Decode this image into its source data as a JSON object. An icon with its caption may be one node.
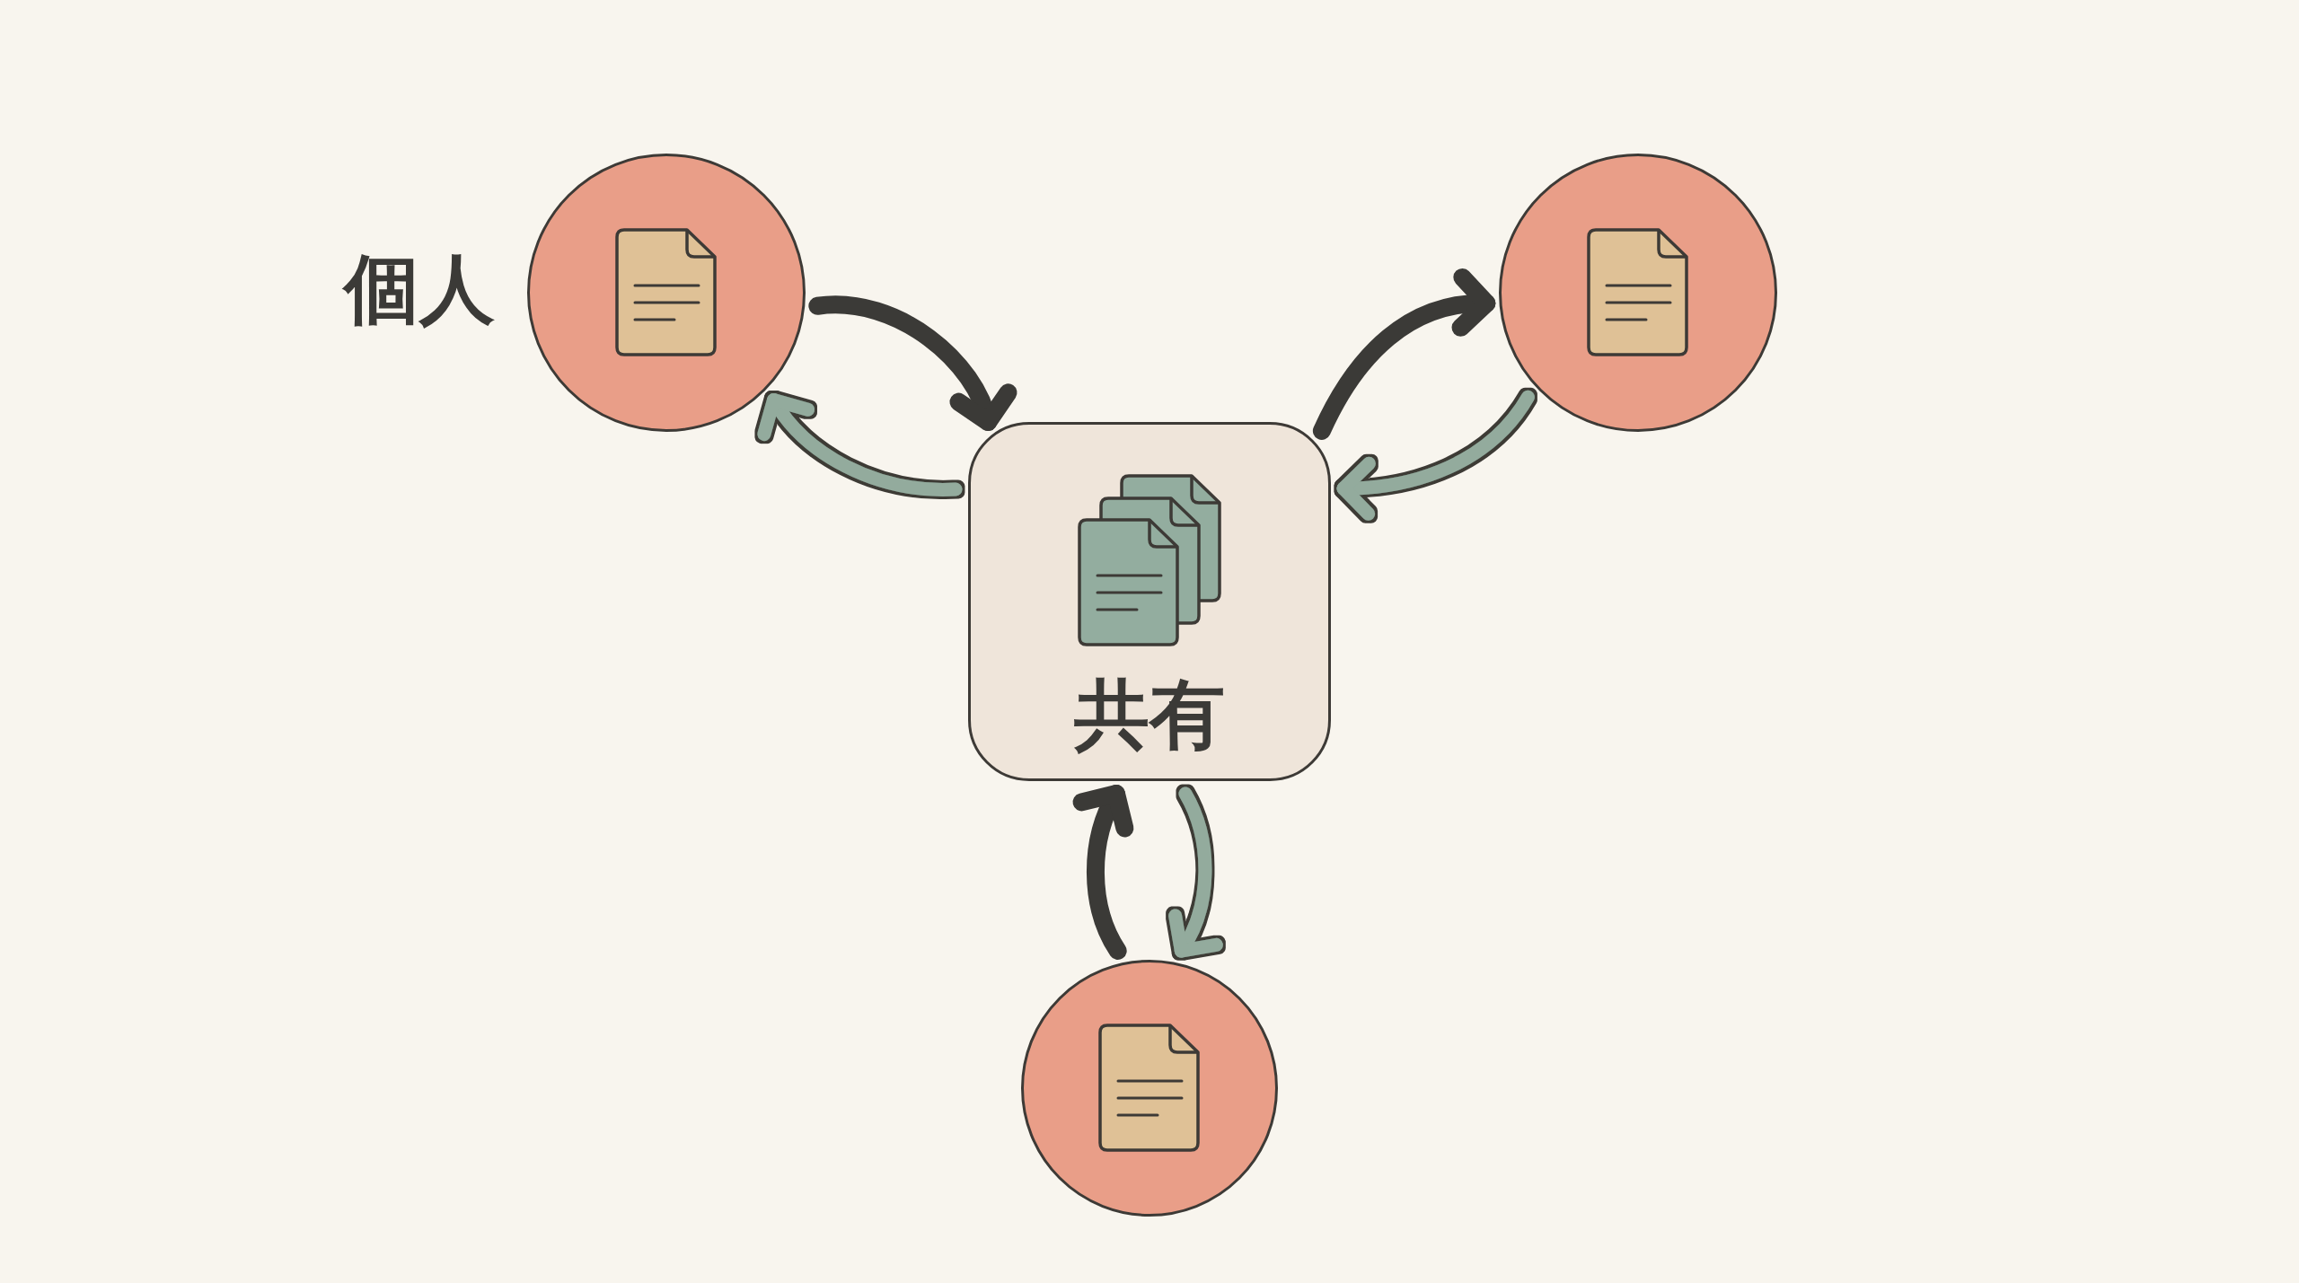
{
  "diagram": {
    "nodes": [
      {
        "text": [],
        "shape": "circle",
        "beside": [
          "個人"
        ]
      },
      {
        "text": [],
        "shape": "circle"
      },
      {
        "text": [
          "共有"
        ]
      },
      {
        "text": [],
        "shape": "circle"
      }
    ],
    "edges": [
      {
        "from": 0,
        "to": 2,
        "arrow": "to"
      },
      {
        "from": 2,
        "to": 0,
        "arrow": "to",
        "color": "#93ab9d"
      },
      {
        "from": 2,
        "to": 1,
        "arrow": "to"
      },
      {
        "from": 1,
        "to": 2,
        "arrow": "to",
        "color": "#93ab9d"
      },
      {
        "from": 3,
        "to": 2,
        "arrow": "to"
      },
      {
        "from": 2,
        "to": 3,
        "arrow": "to",
        "color": "#93ab9d"
      }
    ]
  }
}
